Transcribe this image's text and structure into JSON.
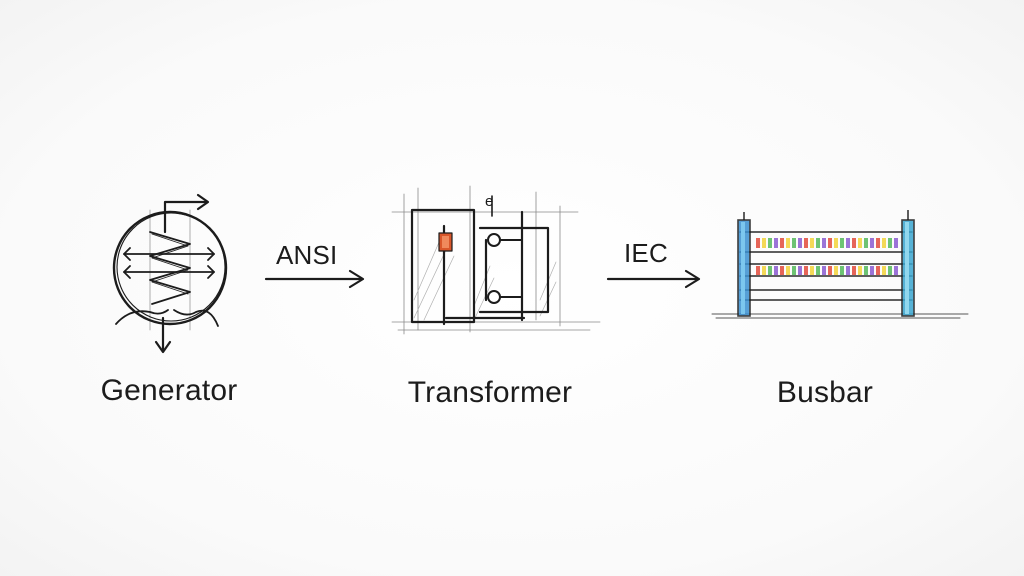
{
  "nodes": {
    "generator": {
      "label": "Generator"
    },
    "transformer": {
      "label": "Transformer",
      "tag": "e"
    },
    "busbar": {
      "label": "Busbar"
    }
  },
  "connections": [
    {
      "from": "generator",
      "to": "transformer",
      "label": "ANSI"
    },
    {
      "from": "transformer",
      "to": "busbar",
      "label": "IEC"
    }
  ],
  "colors": {
    "ink": "#1c1c1c",
    "pencil": "#8a8a8a",
    "transformer_marker": "#d9572b",
    "busbar_post_left": "#3a8fd0",
    "busbar_post_right": "#3aa6d0",
    "busbar_band": [
      "#e24a3b",
      "#f0a030",
      "#f2d23a",
      "#53b85a",
      "#3b8fd8",
      "#8a5bd0"
    ]
  }
}
